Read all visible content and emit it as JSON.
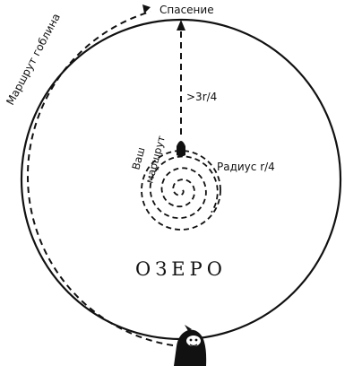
{
  "labels": {
    "escape": "Спасение",
    "goblin_route": "Маршрут гоблина",
    "distance": ">3r/4",
    "your_route_line1": "Ваш",
    "your_route_line2": "маршрут",
    "radius": "Радиус r/4",
    "lake": "ОЗЕРО"
  },
  "colors": {
    "ink": "#111111",
    "background": "#ffffff"
  },
  "icons": {
    "boat": "boat-icon",
    "goblin": "goblin-icon"
  }
}
